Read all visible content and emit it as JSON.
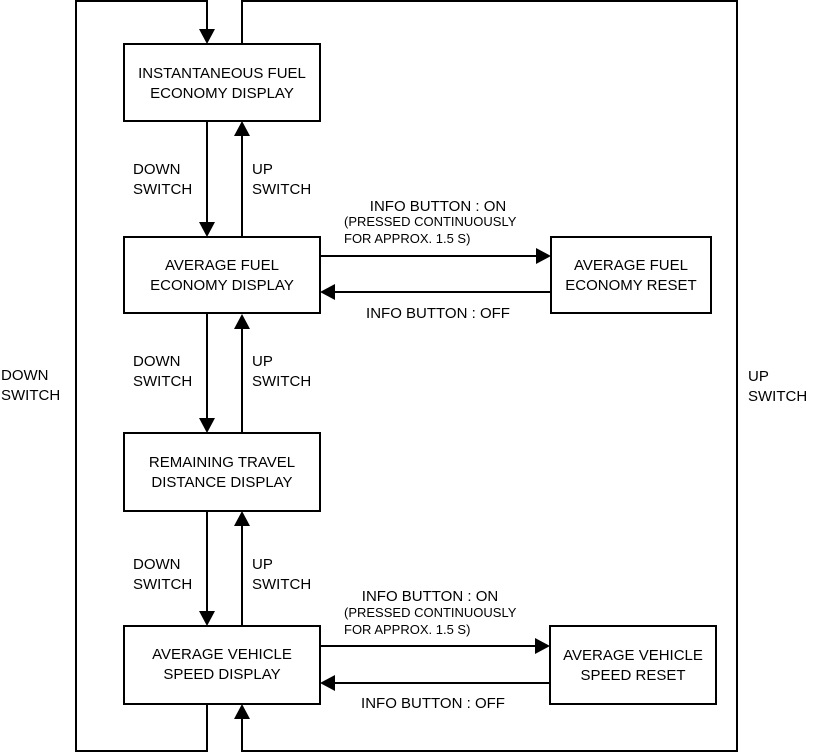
{
  "diagram": {
    "nodes": {
      "instantaneous": {
        "line1": "INSTANTANEOUS FUEL",
        "line2": "ECONOMY DISPLAY"
      },
      "average_fuel": {
        "line1": "AVERAGE FUEL",
        "line2": "ECONOMY DISPLAY"
      },
      "average_fuel_reset": {
        "line1": "AVERAGE FUEL",
        "line2": "ECONOMY RESET"
      },
      "remaining": {
        "line1": "REMAINING TRAVEL",
        "line2": "DISTANCE DISPLAY"
      },
      "average_speed": {
        "line1": "AVERAGE VEHICLE",
        "line2": "SPEED DISPLAY"
      },
      "average_speed_reset": {
        "line1": "AVERAGE VEHICLE",
        "line2": "SPEED RESET"
      }
    },
    "switch_labels": {
      "down_line1": "DOWN",
      "up_line1": "UP",
      "line2": "SWITCH"
    },
    "info_labels": {
      "on": "INFO BUTTON : ON",
      "pressed_line1": "(PRESSED CONTINUOUSLY",
      "pressed_line2": "FOR APPROX. 1.5 S)",
      "off": "INFO BUTTON : OFF"
    }
  }
}
